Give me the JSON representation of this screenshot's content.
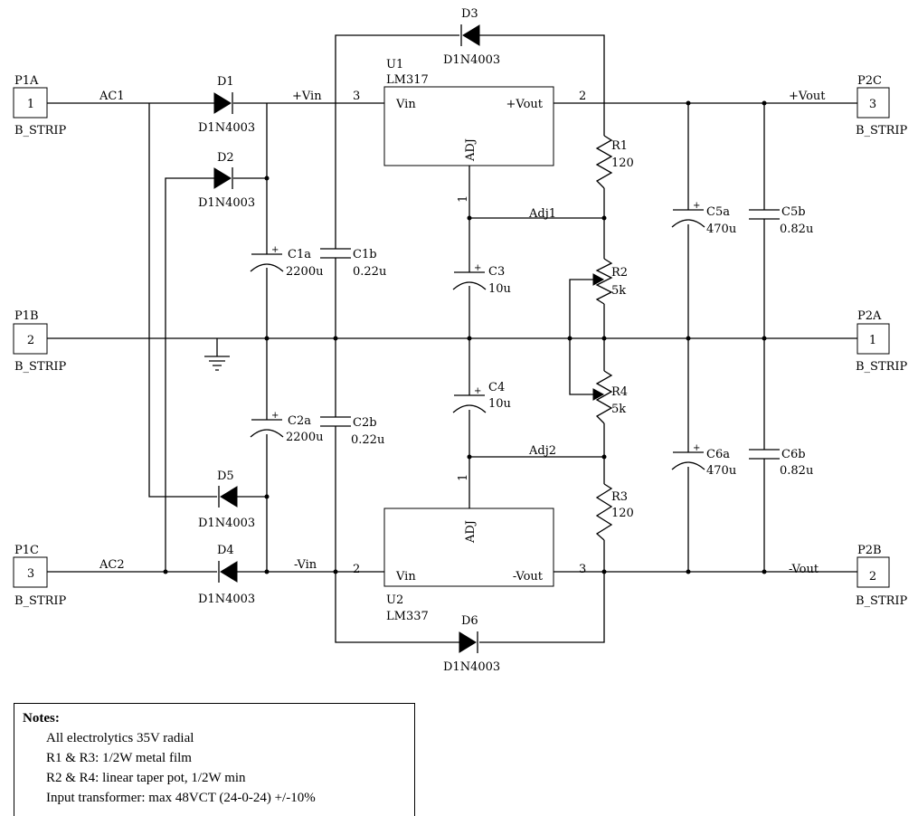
{
  "connectors": [
    {
      "id": "P1A",
      "pin": "1",
      "type": "B_STRIP"
    },
    {
      "id": "P1B",
      "pin": "2",
      "type": "B_STRIP"
    },
    {
      "id": "P1C",
      "pin": "3",
      "type": "B_STRIP"
    },
    {
      "id": "P2C",
      "pin": "3",
      "type": "B_STRIP"
    },
    {
      "id": "P2A",
      "pin": "1",
      "type": "B_STRIP"
    },
    {
      "id": "P2B",
      "pin": "2",
      "type": "B_STRIP"
    }
  ],
  "nets": {
    "ac1": "AC1",
    "ac2": "AC2",
    "vin_pos": "+Vin",
    "vin_neg": "-Vin",
    "vout_pos": "+Vout",
    "vout_neg": "-Vout",
    "adj1": "Adj1",
    "adj2": "Adj2"
  },
  "diodes": [
    {
      "ref": "D1",
      "part": "D1N4003"
    },
    {
      "ref": "D2",
      "part": "D1N4003"
    },
    {
      "ref": "D3",
      "part": "D1N4003"
    },
    {
      "ref": "D4",
      "part": "D1N4003"
    },
    {
      "ref": "D5",
      "part": "D1N4003"
    },
    {
      "ref": "D6",
      "part": "D1N4003"
    }
  ],
  "regulators": [
    {
      "ref": "U1",
      "part": "LM317",
      "pin_in": "Vin",
      "pin_out": "+Vout",
      "pin_adj": "ADJ",
      "in_num": "3",
      "out_num": "2",
      "adj_num": "1"
    },
    {
      "ref": "U2",
      "part": "LM337",
      "pin_in": "Vin",
      "pin_out": "-Vout",
      "pin_adj": "ADJ",
      "in_num": "2",
      "out_num": "3",
      "adj_num": "1"
    }
  ],
  "capacitors": [
    {
      "ref": "C1a",
      "value": "2200u"
    },
    {
      "ref": "C1b",
      "value": "0.22u"
    },
    {
      "ref": "C2a",
      "value": "2200u"
    },
    {
      "ref": "C2b",
      "value": "0.22u"
    },
    {
      "ref": "C3",
      "value": "10u"
    },
    {
      "ref": "C4",
      "value": "10u"
    },
    {
      "ref": "C5a",
      "value": "470u"
    },
    {
      "ref": "C5b",
      "value": "0.82u"
    },
    {
      "ref": "C6a",
      "value": "470u"
    },
    {
      "ref": "C6b",
      "value": "0.82u"
    }
  ],
  "resistors": [
    {
      "ref": "R1",
      "value": "120"
    },
    {
      "ref": "R2",
      "value": "5k"
    },
    {
      "ref": "R3",
      "value": "120"
    },
    {
      "ref": "R4",
      "value": "5k"
    }
  ],
  "notes": {
    "title": "Notes:",
    "lines": [
      "All electrolytics 35V radial",
      "R1 & R3: 1/2W metal film",
      "R2 & R4: linear taper pot, 1/2W min",
      "Input transformer: max 48VCT (24-0-24) +/-10%"
    ]
  }
}
